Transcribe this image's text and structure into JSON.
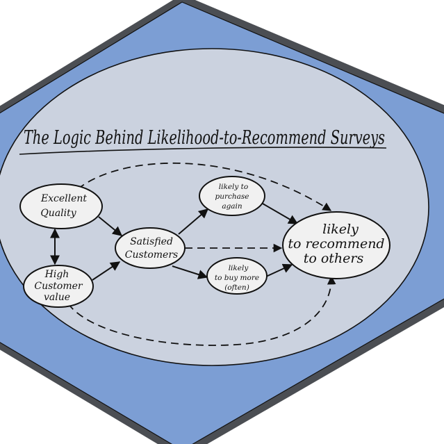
{
  "title": "The Logic Behind Likelihood-to-Recommend Surveys",
  "colors": {
    "outer_border": "#4b4e53",
    "outer_fill": "#7c9ed4",
    "inner_fill": "#cbd2df",
    "node_fill": "#f1f1f1",
    "ink": "#111111"
  },
  "nodes": {
    "quality": {
      "lines": [
        "Excellent",
        "Quality"
      ]
    },
    "value": {
      "lines": [
        "High",
        "Customer",
        "value"
      ]
    },
    "satisfied": {
      "lines": [
        "Satisfied",
        "Customers"
      ]
    },
    "purchase": {
      "lines": [
        "likely to",
        "purchase",
        "again"
      ]
    },
    "buy_more": {
      "lines": [
        "likely",
        "to buy more",
        "(often)"
      ]
    },
    "recommend": {
      "lines": [
        "likely",
        "to recommend",
        "to others"
      ]
    }
  },
  "edges": [
    {
      "from": "quality",
      "to": "value",
      "style": "solid",
      "bidirectional": true
    },
    {
      "from": "quality",
      "to": "satisfied",
      "style": "solid"
    },
    {
      "from": "value",
      "to": "satisfied",
      "style": "solid"
    },
    {
      "from": "satisfied",
      "to": "purchase",
      "style": "solid"
    },
    {
      "from": "satisfied",
      "to": "buy_more",
      "style": "solid"
    },
    {
      "from": "satisfied",
      "to": "recommend",
      "style": "dashed"
    },
    {
      "from": "purchase",
      "to": "recommend",
      "style": "solid"
    },
    {
      "from": "buy_more",
      "to": "recommend",
      "style": "solid"
    },
    {
      "from": "quality",
      "to": "recommend",
      "style": "dashed"
    },
    {
      "from": "value",
      "to": "recommend",
      "style": "dashed"
    }
  ]
}
